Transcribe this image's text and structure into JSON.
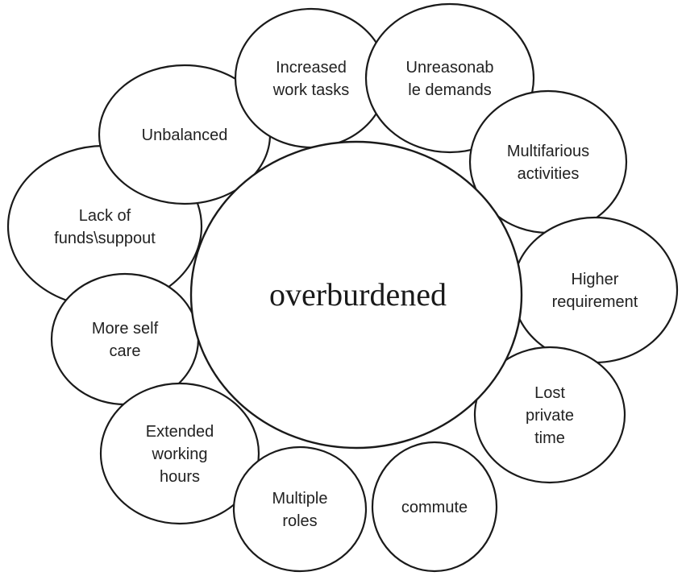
{
  "diagram": {
    "center": {
      "label": "overburdened"
    },
    "bubbles": [
      {
        "id": "unbalanced",
        "lines": [
          "Unbalanced"
        ]
      },
      {
        "id": "increased-work-tasks",
        "lines": [
          "Increased",
          "work tasks"
        ]
      },
      {
        "id": "unreasonable-demands",
        "lines": [
          "Unreasonab",
          "le demands"
        ]
      },
      {
        "id": "multifarious-activities",
        "lines": [
          "Multifarious",
          "activities"
        ]
      },
      {
        "id": "higher-requirement",
        "lines": [
          "Higher",
          "requirement"
        ]
      },
      {
        "id": "lost-private-time",
        "lines": [
          "Lost",
          "private",
          "time"
        ]
      },
      {
        "id": "commute",
        "lines": [
          "commute"
        ]
      },
      {
        "id": "multiple-roles",
        "lines": [
          "Multiple",
          "roles"
        ]
      },
      {
        "id": "extended-working-hours",
        "lines": [
          "Extended",
          "working",
          "hours"
        ]
      },
      {
        "id": "more-self-care",
        "lines": [
          "More self",
          "care"
        ]
      },
      {
        "id": "lack-of-funds",
        "lines": [
          "Lack of",
          "funds\\suppout"
        ]
      }
    ]
  }
}
